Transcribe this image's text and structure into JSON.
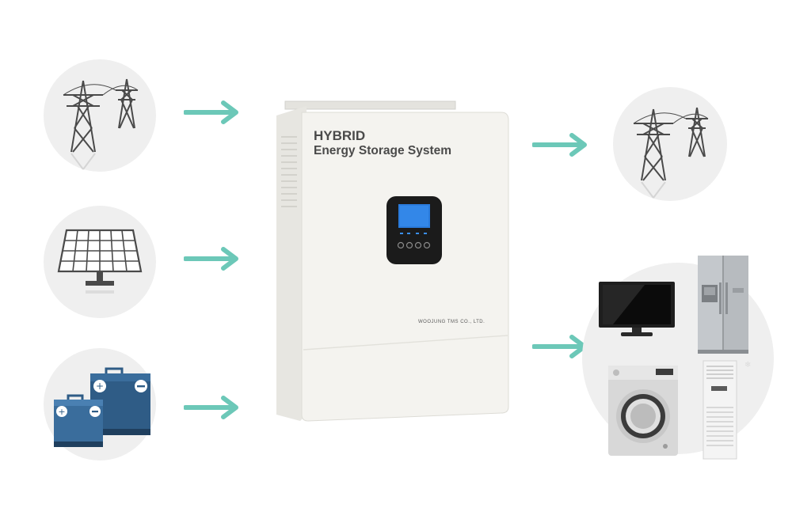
{
  "device": {
    "title_line1": "HYBRID",
    "title_line2": "Energy Storage System",
    "brand": "WOOJUNG TMS CO., LTD."
  },
  "inputs": [
    {
      "icon": "power-tower-icon"
    },
    {
      "icon": "solar-panel-icon"
    },
    {
      "icon": "battery-icon"
    }
  ],
  "outputs": [
    {
      "icon": "power-tower-icon"
    },
    {
      "icon": "home-appliances-icon"
    }
  ],
  "colors": {
    "arrow": "#6cc8b8",
    "circle": "#efefef",
    "device_body": "#f4f3ef",
    "battery": "#2f5c86"
  }
}
